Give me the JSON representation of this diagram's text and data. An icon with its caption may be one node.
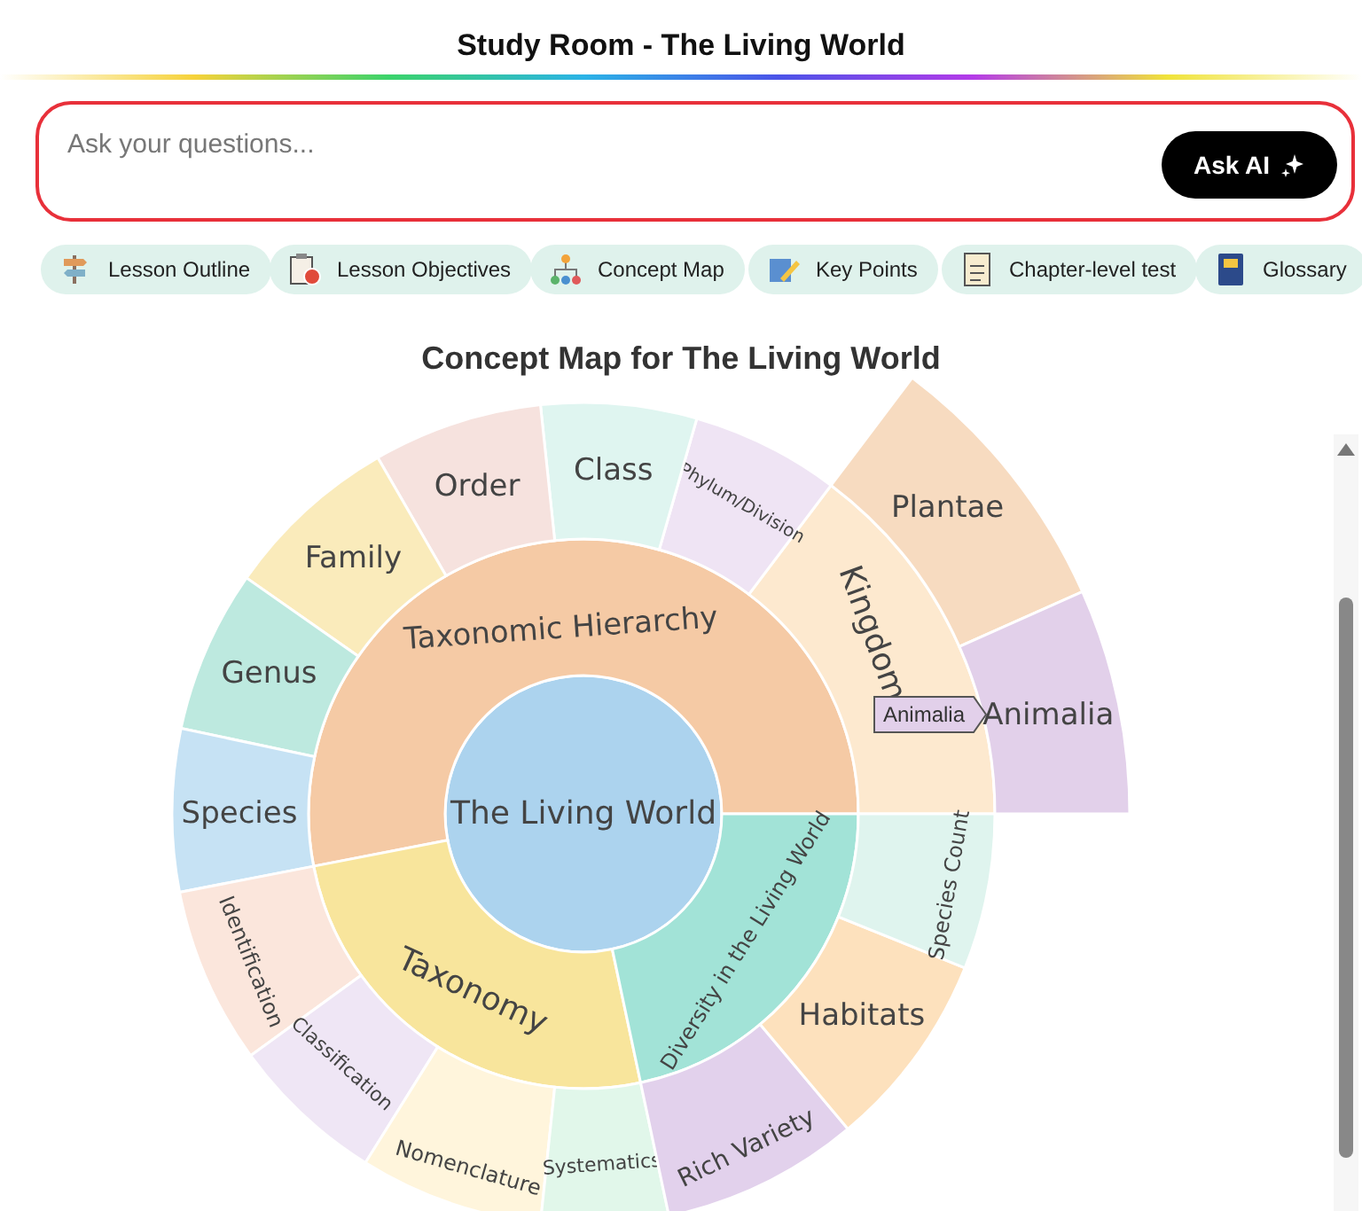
{
  "diagram": {
    "title": "Study Room - The Living World",
    "nodes": [
      {
        "text": [
          "The Living World"
        ]
      },
      {
        "text": [
          "Taxonomic Hierarchy"
        ]
      },
      {
        "text": [
          "Taxonomy"
        ]
      },
      {
        "text": [
          "Diversity in the Living World"
        ]
      },
      {
        "text": [
          "Kingdom"
        ]
      },
      {
        "text": [
          "Phylum/Division"
        ]
      },
      {
        "text": [
          "Class"
        ]
      },
      {
        "text": [
          "Order"
        ]
      },
      {
        "text": [
          "Family"
        ]
      },
      {
        "text": [
          "Genus"
        ]
      },
      {
        "text": [
          "Species"
        ]
      },
      {
        "text": [
          "Identification"
        ]
      },
      {
        "text": [
          "Classification"
        ]
      },
      {
        "text": [
          "Nomenclature"
        ]
      },
      {
        "text": [
          "Systematics"
        ]
      },
      {
        "text": [
          "Rich Variety"
        ]
      },
      {
        "text": [
          "Habitats"
        ]
      },
      {
        "text": [
          "Species Count"
        ]
      },
      {
        "text": [
          "Plantae"
        ]
      },
      {
        "text": [
          "Animalia"
        ]
      }
    ],
    "labels": [
      "Ask your questions...",
      "Ask AI",
      "Lesson Outline",
      "Lesson Objectives",
      "Concept Map",
      "Key Points",
      "Chapter-level test",
      "Glossary",
      "Concept Map for The Living World",
      "Animalia"
    ]
  }
}
